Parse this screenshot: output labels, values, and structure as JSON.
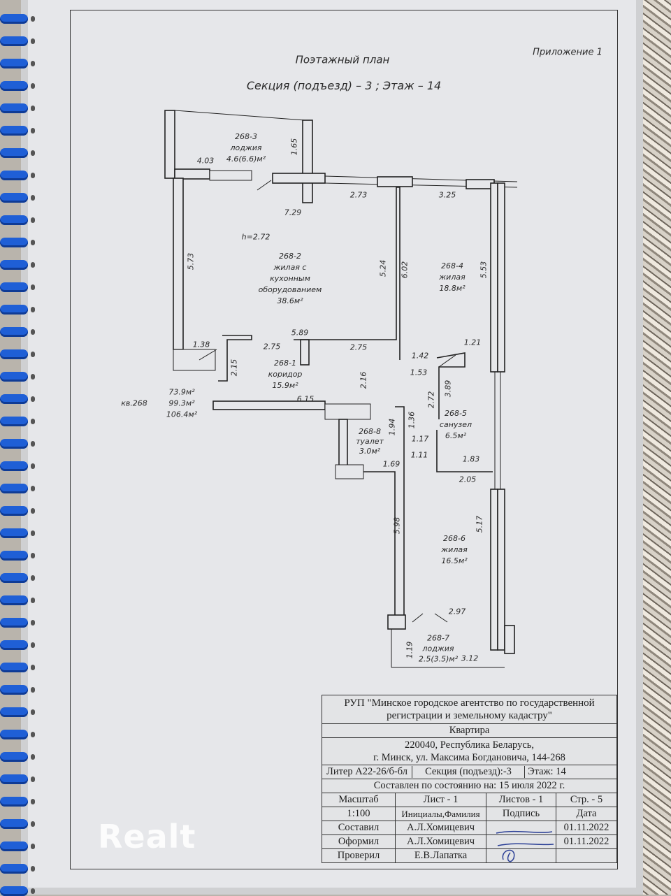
{
  "header": {
    "appendix": "Приложение 1",
    "title": "Поэтажный план",
    "subtitle": "Секция (подъезд) – 3 ; Этаж – 14"
  },
  "plan": {
    "ceiling_height": "h=2.72",
    "rooms": [
      {
        "id": "268-3",
        "name": "лоджия",
        "area": "4.6(6.6)м²"
      },
      {
        "id": "268-2",
        "name": "жилая с",
        "name2": "кухонным",
        "name3": "оборудованием",
        "area": "38.6м²"
      },
      {
        "id": "268-4",
        "name": "жилая",
        "area": "18.8м²"
      },
      {
        "id": "268-1",
        "name": "коридор",
        "area": "15.9м²"
      },
      {
        "id": "268-5",
        "name": "санузел",
        "area": "6.5м²"
      },
      {
        "id": "268-8",
        "name": "туалет",
        "area": "3.0м²"
      },
      {
        "id": "268-6",
        "name": "жилая",
        "area": "16.5м²"
      },
      {
        "id": "268-7",
        "name": "лоджия",
        "area": "2.5(3.5)м²"
      }
    ],
    "dimensions": [
      "4.03",
      "2.73",
      "3.25",
      "7.29",
      "5.89",
      "1.38",
      "2.75",
      "2.75",
      "1.42",
      "1.21",
      "1.53",
      "6.15",
      "1.17",
      "1.11",
      "1.69",
      "1.83",
      "2.05",
      "2.97",
      "3.12",
      "1.65",
      "5.73",
      "5.24",
      "6.02",
      "5.53",
      "2.15",
      "2.16",
      "3.89",
      "2.72",
      "1.94",
      "1.36",
      "5.98",
      "5.17",
      "1.19"
    ],
    "summary": {
      "apartment": "кв.268",
      "area1": "73.9м²",
      "area2": "99.3м²",
      "area3": "106.4м²"
    }
  },
  "stamp": {
    "org": "РУП \"Минское городское агентство по государственной регистрации и земельному кадастру\"",
    "object": "Квартира",
    "address1": "220040, Республика Беларусь,",
    "address2": "г. Минск, ул. Максима Богдановича, 144-268",
    "liter": "Литер А22-26/б-бл",
    "section": "Секция (подъезд):-3",
    "floor": "Этаж: 14",
    "compiled": "Составлен по состоянию на: 15 июля 2022 г.",
    "scale_label": "Масштаб",
    "sheet": "Лист -      1",
    "sheets": "Листов -   1",
    "page": "Стр. -    5",
    "scale": "1:100",
    "initials_label": "Инициалы,Фамилия",
    "signature_label": "Подпись",
    "date_label": "Дата",
    "rows": [
      {
        "role": "Составил",
        "name": "А.Л.Хомицевич",
        "date": "01.11.2022"
      },
      {
        "role": "Оформил",
        "name": "А.Л.Хомицевич",
        "date": "01.11.2022"
      },
      {
        "role": "Проверил",
        "name": "Е.В.Лапатка",
        "date": ""
      }
    ]
  },
  "watermark": "Realt"
}
